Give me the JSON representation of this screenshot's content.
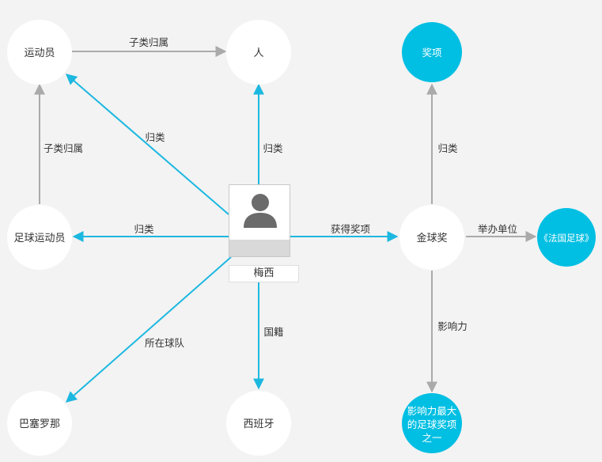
{
  "nodes": {
    "athlete": "运动员",
    "person": "人",
    "award": "奖项",
    "footballer": "足球运动员",
    "ballon_dor": "金球奖",
    "france_football": "《法国足球》",
    "barcelona": "巴塞罗那",
    "spain": "西班牙",
    "most_influential": [
      "影响力最大",
      "的足球奖项",
      "之一"
    ]
  },
  "center": {
    "name": "梅西"
  },
  "edges": {
    "subclass_top": "子类归属",
    "subclass_left": "子类归属",
    "category_athlete": "归类",
    "category_person": "归类",
    "category_footballer": "归类",
    "category_award": "归类",
    "won_award": "获得奖项",
    "organizer": "举办单位",
    "club": "所在球队",
    "nationality": "国籍",
    "influence": "影响力"
  },
  "colors": {
    "highlight": "#1cb8e0",
    "accent_node": "#00bfe3",
    "gray_edge": "#aaaaaa",
    "node_fill": "#ffffff",
    "background": "#f3f3f3"
  },
  "icons": {
    "center": "person-silhouette-icon"
  }
}
